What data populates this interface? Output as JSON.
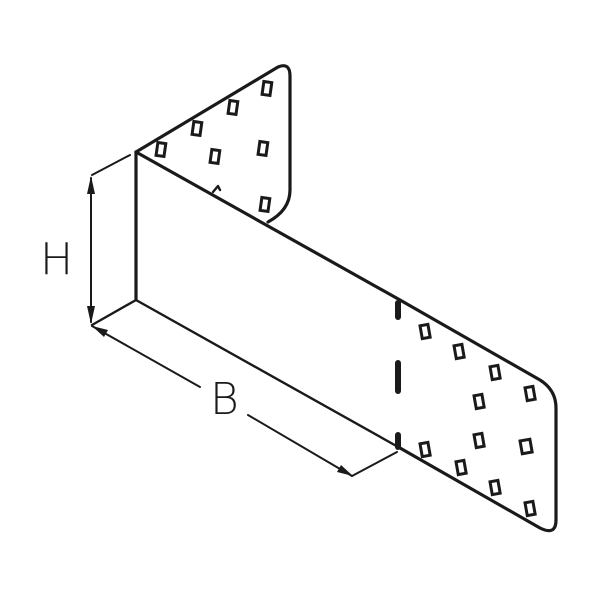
{
  "figure": {
    "type": "technical line drawing",
    "subject": "angled metal connector bracket with perforated flanges",
    "colors": {
      "line": "#1a1a1a",
      "background": "#ffffff"
    }
  },
  "dimensions": {
    "height_label": "H",
    "width_label": "B"
  }
}
